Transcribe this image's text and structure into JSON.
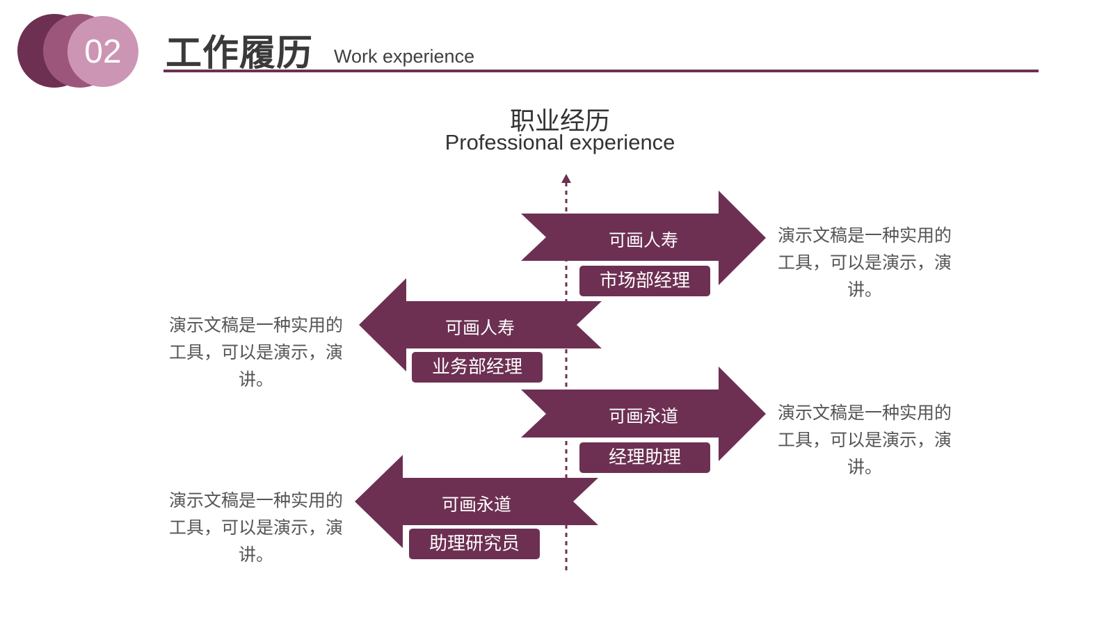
{
  "header": {
    "number": "02",
    "title_cn": "工作履历",
    "title_en": "Work experience"
  },
  "section": {
    "title_cn": "职业经历",
    "title_en": "Professional experience"
  },
  "items": [
    {
      "company": "可画人寿",
      "role": "市场部经理",
      "description": "演示文稿是一种实用的工具，可以是演示，演讲。"
    },
    {
      "company": "可画人寿",
      "role": "业务部经理",
      "description": "演示文稿是一种实用的工具，可以是演示，演讲。"
    },
    {
      "company": "可画永道",
      "role": "经理助理",
      "description": "演示文稿是一种实用的工具，可以是演示，演讲。"
    },
    {
      "company": "可画永道",
      "role": "助理研究员",
      "description": "演示文稿是一种实用的工具，可以是演示，演讲。"
    }
  ],
  "colors": {
    "primary": "#6d3052",
    "mid": "#9c567c",
    "light": "#cc95b3",
    "text": "#555555"
  }
}
